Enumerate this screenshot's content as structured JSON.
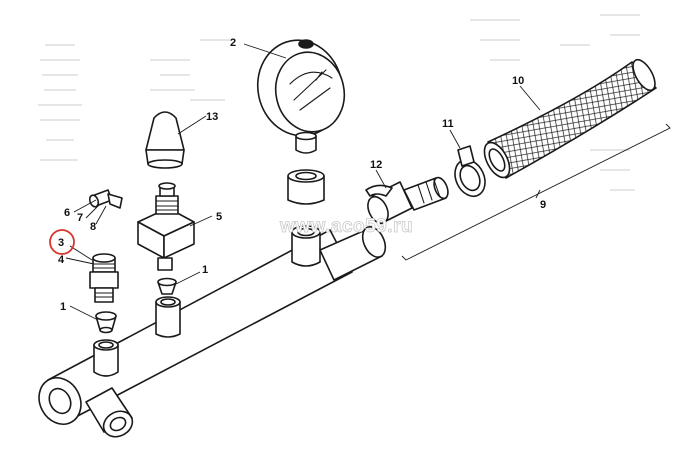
{
  "callouts": [
    {
      "id": "c1a",
      "label": "1"
    },
    {
      "id": "c1b",
      "label": "1"
    },
    {
      "id": "c2",
      "label": "2"
    },
    {
      "id": "c3",
      "label": "3"
    },
    {
      "id": "c4",
      "label": "4"
    },
    {
      "id": "c5",
      "label": "5"
    },
    {
      "id": "c6",
      "label": "6"
    },
    {
      "id": "c7",
      "label": "7"
    },
    {
      "id": "c8",
      "label": "8"
    },
    {
      "id": "c9",
      "label": "9"
    },
    {
      "id": "c10",
      "label": "10"
    },
    {
      "id": "c11",
      "label": "11"
    },
    {
      "id": "c12",
      "label": "12"
    },
    {
      "id": "c13",
      "label": "13"
    }
  ],
  "highlight": {
    "callout": "3",
    "color": "#d9342b"
  },
  "watermark": {
    "text": "www.aco59.ru"
  },
  "colors": {
    "line": "#1a1a1a",
    "background": "#ffffff"
  }
}
